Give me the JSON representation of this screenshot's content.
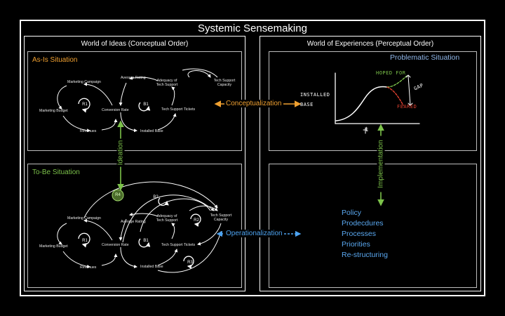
{
  "title": "Systemic Sensemaking",
  "colors": {
    "orange": "#f0a030",
    "green": "#7cc24a",
    "blue": "#4da3f0",
    "sky": "#8fb6e8",
    "red": "#e04030"
  },
  "left_panel": {
    "title": "World of Ideas (Conceptual Order)",
    "as_is": {
      "title": "As-Is Situation",
      "labels": {
        "marketing_campaign": "Marketing Campaign",
        "average_rating": "Average Rating",
        "adequacy": "Adequacy of Tech Support",
        "tech_support_capacity": "Tech Support Capacity",
        "marketing_budget": "Marketing Budget",
        "conversion_rate": "Conversion Rate",
        "tech_support_tickets": "Tech Support Tickets",
        "revenues": "Revenues",
        "installed_base": "Installed Base"
      },
      "loops": {
        "r1": "R1",
        "b1": "B1"
      }
    },
    "to_be": {
      "title": "To-Be Situation",
      "labels": {
        "marketing_campaign": "Marketing Campaign",
        "average_rating": "Average Rating",
        "adequacy": "Adequacy of Tech Support",
        "tech_support_capacity": "Tech Support Capacity",
        "marketing_budget": "Marketing Budget",
        "conversion_rate": "Conversion Rate",
        "tech_support_tickets": "Tech Support Tickets",
        "revenues": "Revenues",
        "installed_base": "Installed Base"
      },
      "loops": {
        "r1": "R1",
        "b1": "B1",
        "b2": "B2",
        "r2": "R2",
        "r3": "R3",
        "r4": "R4"
      }
    }
  },
  "right_panel": {
    "title": "World of Experiences (Perceptual Order)",
    "problematic": {
      "title": "Problematic Situation",
      "y_label_line1": "INSTALLED",
      "y_label_line2": "BASE",
      "x_label": "t",
      "hoped_for": "HOPED FOR",
      "feared": "FEARED",
      "gap": "GAP"
    },
    "actions": [
      "Policy",
      "Prodecdures",
      "Processes",
      "Priorities",
      "Re-structuring"
    ]
  },
  "arrows": {
    "conceptualization": "Conceptualization",
    "ideation": "Ideation",
    "implementation": "Implementation",
    "operationalization": "Operationalization"
  }
}
